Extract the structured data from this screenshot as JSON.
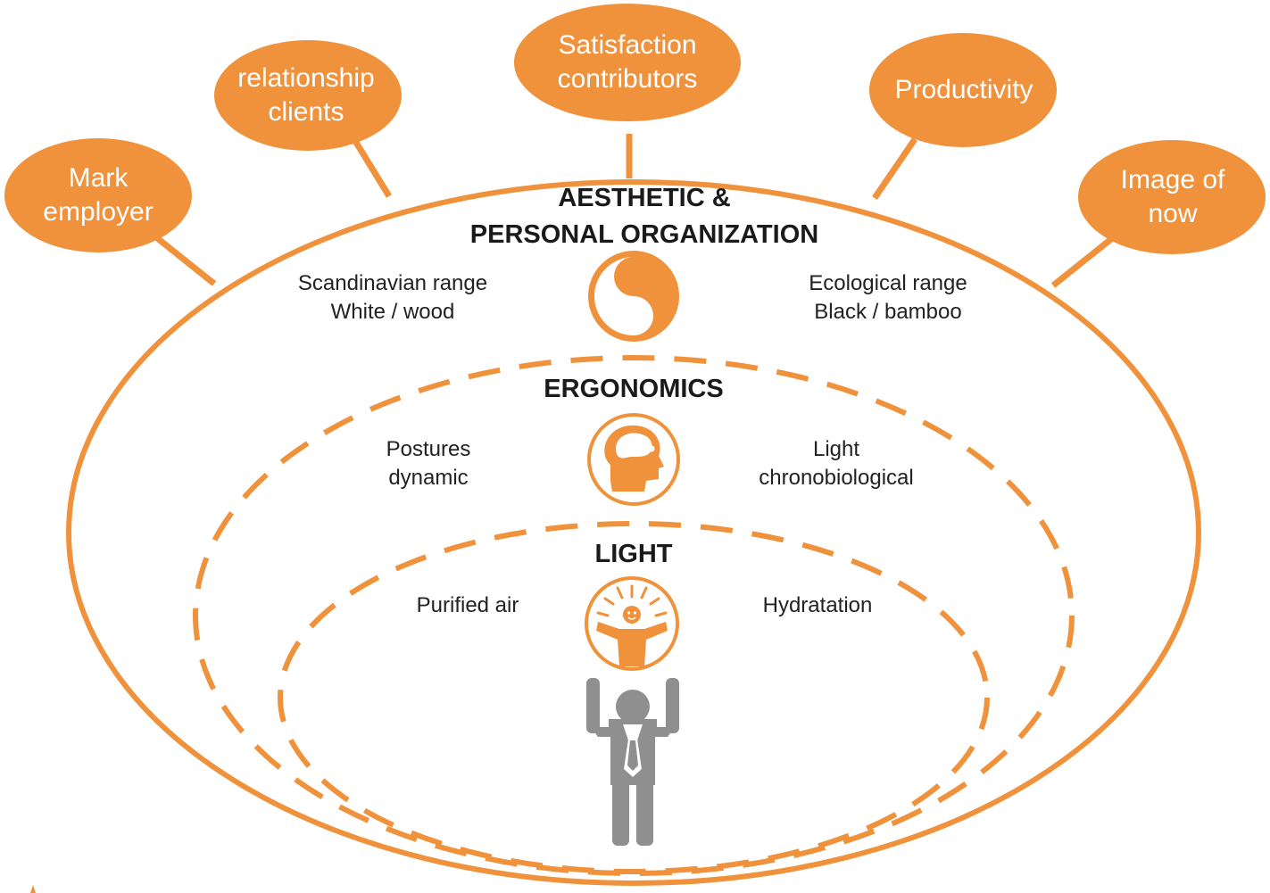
{
  "colors": {
    "accent": "#F0923C",
    "text": "#1a1a1a",
    "figure": "#8f8f8f",
    "white": "#ffffff"
  },
  "bubbles": [
    {
      "lines": [
        "Mark",
        "employer"
      ]
    },
    {
      "lines": [
        "relationship",
        "clients"
      ]
    },
    {
      "lines": [
        "Satisfaction",
        "contributors"
      ]
    },
    {
      "lines": [
        "Productivity"
      ]
    },
    {
      "lines": [
        "Image of",
        "now"
      ]
    }
  ],
  "layers": {
    "aesthetic": {
      "title": [
        "AESTHETIC &",
        "PERSONAL ORGANIZATION"
      ],
      "left": [
        "Scandinavian range",
        "White / wood"
      ],
      "right": [
        "Ecological range",
        "Black / bamboo"
      ],
      "icon": "yin-yang-icon"
    },
    "ergonomics": {
      "title": [
        "ERGONOMICS"
      ],
      "left": [
        "Postures",
        "dynamic"
      ],
      "right": [
        "Light",
        "chronobiological"
      ],
      "icon": "head-brain-icon"
    },
    "light": {
      "title": [
        "LIGHT"
      ],
      "left": [
        "Purified air"
      ],
      "right": [
        "Hydratation"
      ],
      "icon": "happy-person-icon"
    }
  },
  "figure_icon": "businessman-arms-raised-icon"
}
